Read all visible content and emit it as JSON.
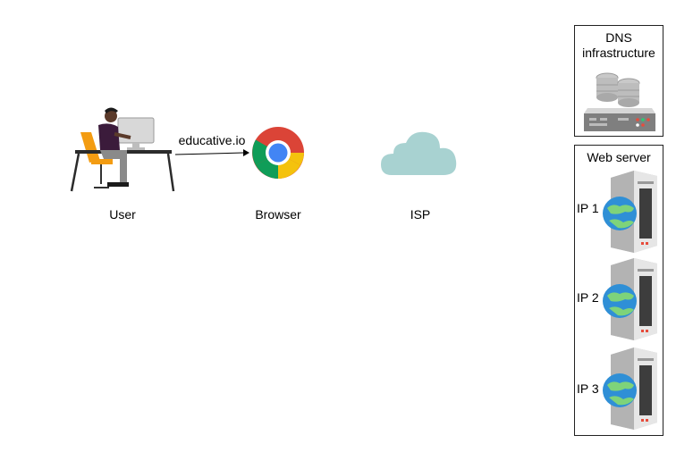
{
  "diagram": {
    "user": {
      "label": "User",
      "icon": "user-at-desk-icon"
    },
    "request": {
      "label": "educative.io"
    },
    "browser": {
      "label": "Browser",
      "icon": "chrome-browser-icon"
    },
    "isp": {
      "label": "ISP",
      "icon": "cloud-icon"
    },
    "dns": {
      "title": "DNS infrastructure",
      "icon": "dns-server-icon"
    },
    "web_server": {
      "title": "Web server",
      "servers": [
        {
          "label": "IP 1",
          "icon": "web-server-globe-icon"
        },
        {
          "label": "IP 2",
          "icon": "web-server-globe-icon"
        },
        {
          "label": "IP 3",
          "icon": "web-server-globe-icon"
        }
      ]
    },
    "colors": {
      "desk_chair": "#f39c12",
      "cloud": "#a8d2d1",
      "chrome_red": "#db4437",
      "chrome_yellow": "#f4c20d",
      "chrome_green": "#0f9d58",
      "chrome_blue": "#4285f4",
      "globe_blue": "#2f8fd6",
      "globe_green": "#7ed37a"
    }
  }
}
